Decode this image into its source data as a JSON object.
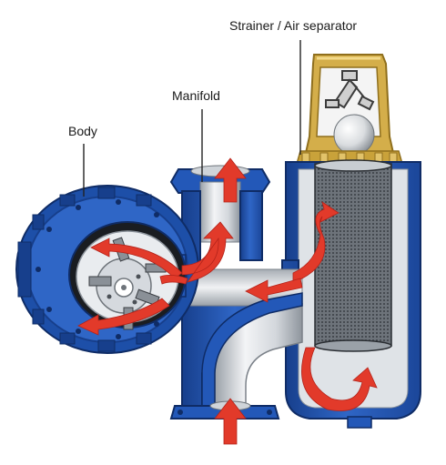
{
  "labels": {
    "strainer": "Strainer / Air separator",
    "manifold": "Manifold",
    "body": "Body"
  },
  "colors": {
    "casing_blue": "#2358b8",
    "casing_blue_dark": "#173f8c",
    "casing_blue_light": "#4a7fd6",
    "steel_light": "#eef0f2",
    "steel_mid": "#c7ccd2",
    "steel_dark": "#8e959d",
    "brass": "#c9a23a",
    "brass_dark": "#8f6f1d",
    "flow_arrow": "#e23a2a",
    "leader_line": "#222222"
  },
  "icons": {
    "flow": "flow-arrow",
    "rotor": "rotor-vane",
    "ball": "float-ball",
    "screen": "strainer-screen"
  }
}
